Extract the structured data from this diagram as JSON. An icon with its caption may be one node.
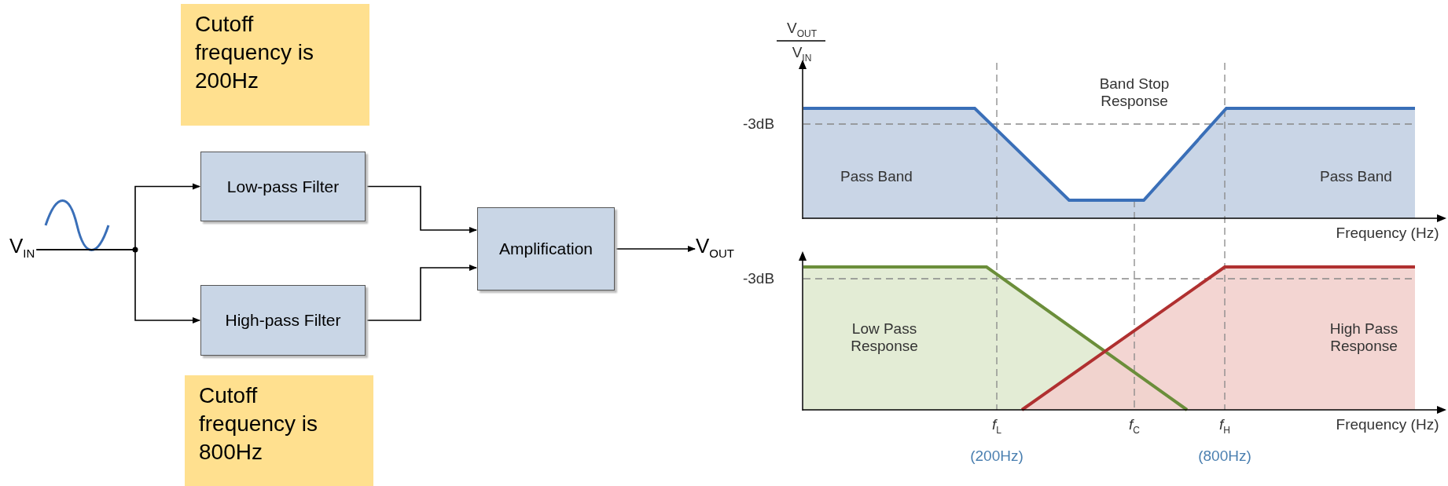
{
  "diagram": {
    "nodes": [
      {
        "text": [
          "Cutoff frequency is 200Hz"
        ]
      },
      {
        "text": [
          "V$_{IN}$"
        ]
      },
      {
        "text": [
          "Low-pass Filter"
        ]
      },
      {
        "text": [
          "High-pass Filter"
        ]
      },
      {
        "text": [
          "Amplification"
        ]
      },
      {
        "text": [
          "V$_{OUT}$"
        ]
      },
      {
        "text": [
          "Cutoff frequency is 800Hz"
        ]
      }
    ],
    "edges": [
      {
        "from": 1,
        "to": 2,
        "arrow": "to"
      },
      {
        "from": 1,
        "to": 3,
        "arrow": "to"
      },
      {
        "from": 2,
        "to": 4,
        "arrow": "to"
      },
      {
        "from": 3,
        "to": 4,
        "arrow": "to"
      },
      {
        "from": 4,
        "to": 5,
        "arrow": "to"
      }
    ],
    "labels": [
      "V$_{OUT}$",
      "V$_{IN}$",
      "-3dB",
      "Band Stop Response",
      "Pass Band",
      "Pass Band",
      "Frequency (Hz)",
      "-3dB",
      "Low Pass Response",
      "High Pass Response",
      "*f*$_{L}$",
      "*f*$_{C}$",
      "*f*$_{H}$",
      "Frequency (Hz)",
      "(200Hz)",
      "(800Hz)"
    ]
  }
}
